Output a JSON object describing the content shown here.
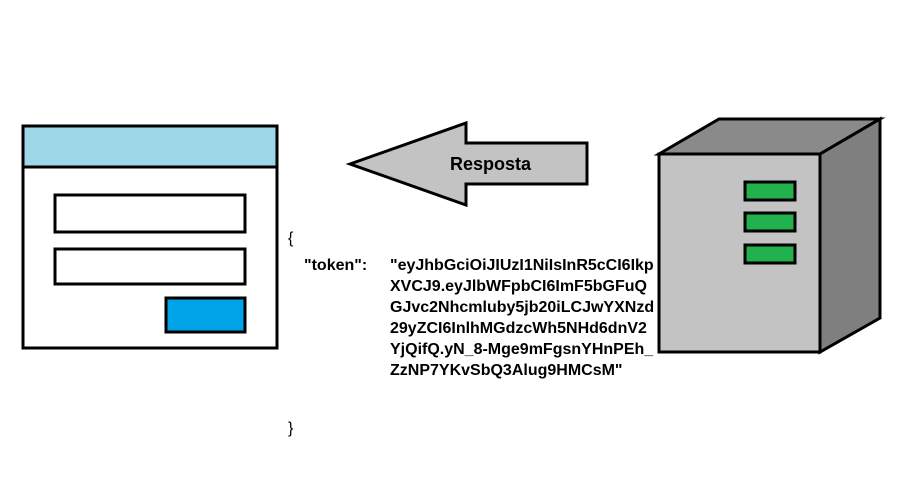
{
  "arrow": {
    "label": "Resposta"
  },
  "response": {
    "open_brace": "{",
    "key": "\"token\":",
    "value": "\"eyJhbGciOiJIUzI1NiIsInR5cCI6IkpXVCJ9.eyJlbWFpbCI6ImF5bGFuQGJvc2Nhcmluby5jb20iLCJwYXNzd29yZCI6InlhMGdzcWh5NHd6dnV2YjQifQ.yN_8-Mge9mFgsnYHnPEh_ZzNP7YKvSbQ3Alug9HMCsM\"",
    "close_brace": "}"
  },
  "colors": {
    "window_title_bar": "#9ed8e8",
    "submit_button": "#00a2e8",
    "arrow_fill": "#c3c3c3",
    "server_front": "#c3c3c3",
    "server_side": "#7f7f7f",
    "server_top": "#8a8a8a",
    "server_leds": "#22b14c"
  },
  "icons": {
    "browser_window": "login-form-window",
    "server": "server-tower"
  }
}
